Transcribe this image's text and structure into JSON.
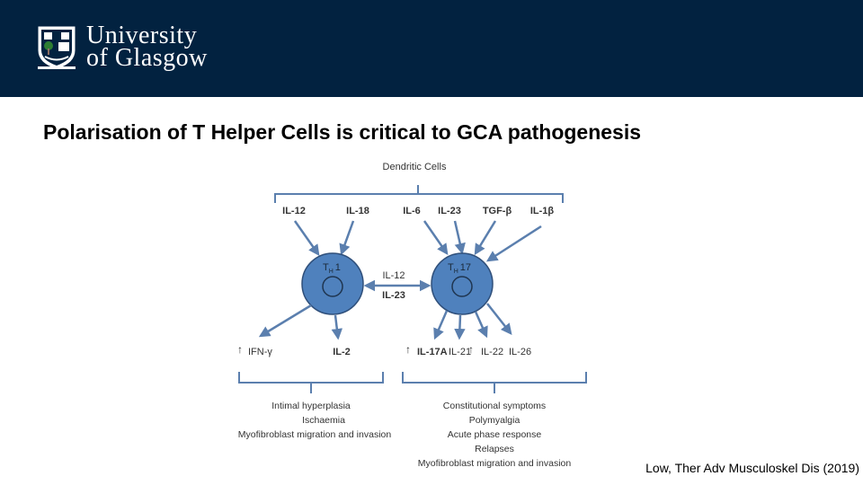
{
  "header": {
    "logo_line1": "University",
    "logo_line2": "of Glasgow",
    "background": "#022240"
  },
  "title": "Polarisation of T Helper Cells is critical to GCA pathogenesis",
  "diagram": {
    "source": "Dendritic Cells",
    "cytokines_in": [
      "IL-12",
      "IL-18",
      "IL-6",
      "IL-23",
      "TGF-β",
      "IL-1β"
    ],
    "cell_th1": {
      "main": "T",
      "sub": "H",
      "suffix": "1"
    },
    "cell_th17": {
      "main": "T",
      "sub": "H",
      "suffix": "17"
    },
    "cross_inhibit": [
      "IL-12",
      "IL-23"
    ],
    "th1_outputs": [
      "IFN-γ",
      "IL-2"
    ],
    "th17_outputs": [
      "IL-17A",
      "IL-21",
      "IL-22",
      "IL-26"
    ],
    "up_arrow": "↑",
    "th1_effects": [
      "Intimal hyperplasia",
      "Ischaemia",
      "Myofibroblast migration and invasion"
    ],
    "th17_effects": [
      "Constitutional symptoms",
      "Polymyalgia",
      "Acute phase response",
      "Relapses",
      "Myofibroblast migration and invasion"
    ],
    "colors": {
      "arrow": "#5b7fae",
      "cell_fill": "#4f81bd",
      "cell_stroke": "#2f4f7a",
      "bracket": "#5b7fae"
    }
  },
  "citation": "Low, Ther Adv Musculoskel Dis (2019)"
}
